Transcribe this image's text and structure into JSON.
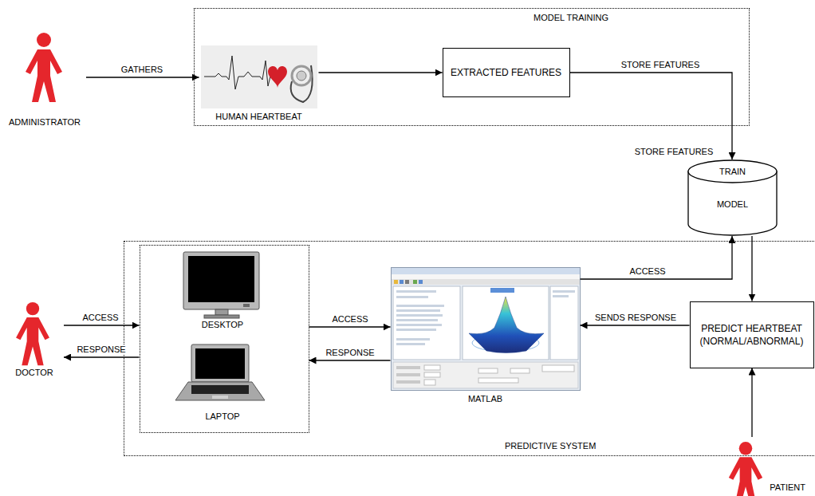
{
  "diagram": {
    "nodes": [
      {
        "text": [
          "ADMINISTRATOR"
        ]
      },
      {
        "text": [
          "MODEL TRAINING"
        ]
      },
      {
        "text": [
          "HUMAN HEARTBEAT"
        ],
        "in": 1
      },
      {
        "text": [
          "EXTRACTED FEATURES"
        ],
        "in": 1
      },
      {
        "text": [
          "TRAIN",
          "MODEL"
        ]
      },
      {
        "text": [
          "DOCTOR"
        ]
      },
      {
        "text": [
          "PREDICTIVE SYSTEM"
        ]
      },
      {
        "text": [],
        "in": 6
      },
      {
        "text": [
          "DESKTOP"
        ],
        "in": 7
      },
      {
        "text": [
          "LAPTOP"
        ],
        "in": 7
      },
      {
        "text": [
          "MATLAB"
        ],
        "in": 6
      },
      {
        "text": [
          "PREDICT HEARTBEAT (NORMAL/ABNORMAL)"
        ],
        "in": 6
      },
      {
        "text": [
          "PATIENT"
        ]
      }
    ],
    "edges": [
      {
        "from": 0,
        "to": 2,
        "label": "GATHERS",
        "arrow": "to"
      },
      {
        "from": 2,
        "to": 3,
        "arrow": "to"
      },
      {
        "from": 3,
        "to": 4,
        "label": "STORE FEATURES",
        "arrow": "to"
      },
      {
        "from": 5,
        "to": 7,
        "label": "ACCESS",
        "arrow": "to"
      },
      {
        "from": 7,
        "to": 5,
        "label": "RESPONSE",
        "arrow": "to"
      },
      {
        "from": 7,
        "to": 10,
        "label": "ACCESS",
        "arrow": "to"
      },
      {
        "from": 10,
        "to": 7,
        "label": "RESPONSE",
        "arrow": "to"
      },
      {
        "from": 10,
        "to": 4,
        "label": "ACCESS",
        "arrow": "to"
      },
      {
        "from": 4,
        "to": 11,
        "arrow": "to"
      },
      {
        "from": 11,
        "to": 10,
        "label": "SENDS RESPONSE",
        "arrow": "to"
      },
      {
        "from": 12,
        "to": 11,
        "arrow": "to"
      }
    ],
    "labels": [
      "STORE FEATURES"
    ]
  }
}
